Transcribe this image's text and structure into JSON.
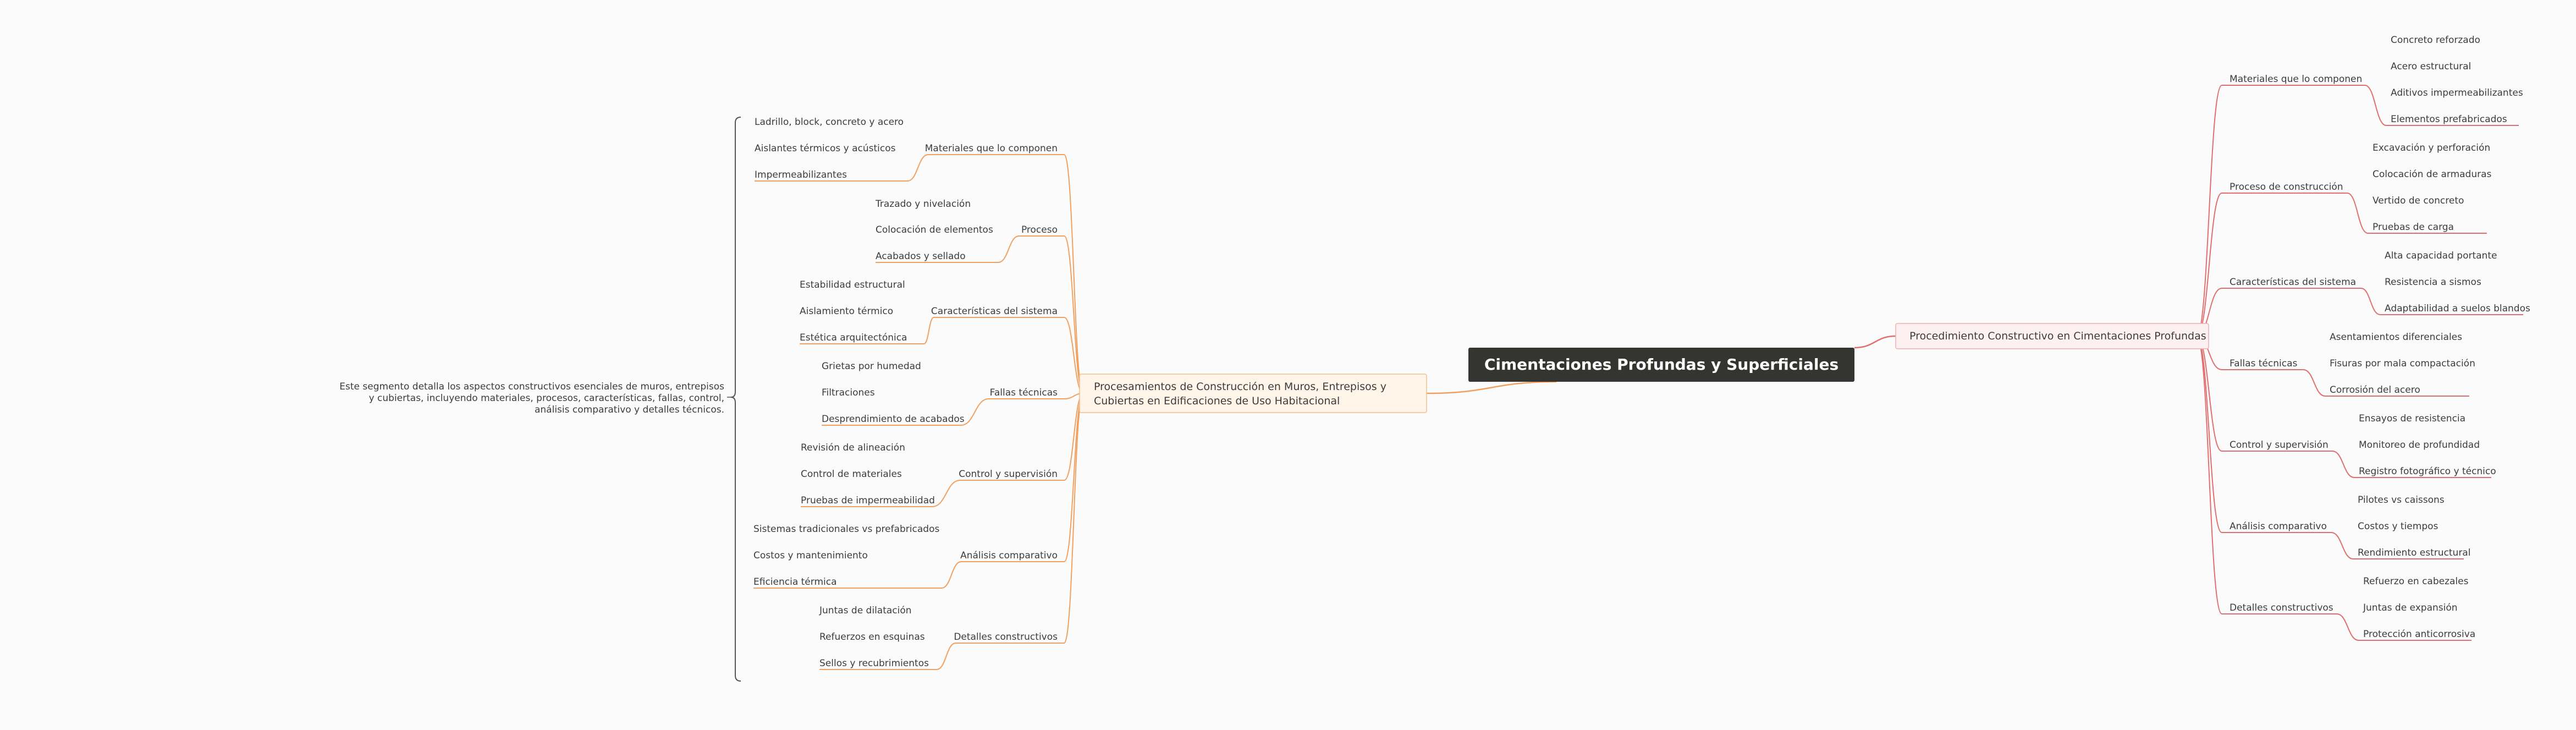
{
  "colors": {
    "background": "#fbfbfb",
    "root_fill": "#343430",
    "left_branch": "#f0a060",
    "right_branch": "#e07070",
    "left_box_fill": "#fff4e8",
    "right_box_fill": "#fdf0f0"
  },
  "root": {
    "label": "Cimentaciones Profundas y Superficiales"
  },
  "left": {
    "title_lines": [
      "Procesamientos de Construcción en Muros, Entrepisos y",
      "Cubiertas en Edificaciones de Uso Habitacional"
    ],
    "note_lines": [
      "Este segmento detalla los aspectos constructivos esenciales de muros, entrepisos",
      "y cubiertas, incluyendo materiales, procesos, características, fallas, control,",
      "análisis comparativo y detalles técnicos."
    ],
    "groups": [
      {
        "label": "Materiales que lo componen",
        "items": [
          "Ladrillo, block, concreto y acero",
          "Aislantes térmicos y acústicos",
          "Impermeabilizantes"
        ]
      },
      {
        "label": "Proceso",
        "items": [
          "Trazado y nivelación",
          "Colocación de elementos",
          "Acabados y sellado"
        ]
      },
      {
        "label": "Características del sistema",
        "items": [
          "Estabilidad estructural",
          "Aislamiento térmico",
          "Estética arquitectónica"
        ]
      },
      {
        "label": "Fallas técnicas",
        "items": [
          "Grietas por humedad",
          "Filtraciones",
          "Desprendimiento de acabados"
        ]
      },
      {
        "label": "Control y supervisión",
        "items": [
          "Revisión de alineación",
          "Control de materiales",
          "Pruebas de impermeabilidad"
        ]
      },
      {
        "label": "Análisis comparativo",
        "items": [
          "Sistemas tradicionales vs prefabricados",
          "Costos y mantenimiento",
          "Eficiencia térmica"
        ]
      },
      {
        "label": "Detalles constructivos",
        "items": [
          "Juntas de dilatación",
          "Refuerzos en esquinas",
          "Sellos y recubrimientos"
        ]
      }
    ]
  },
  "right": {
    "title": "Procedimiento Constructivo en Cimentaciones Profundas",
    "groups": [
      {
        "label": "Materiales que lo componen",
        "items": [
          "Concreto reforzado",
          "Acero estructural",
          "Aditivos impermeabilizantes",
          "Elementos prefabricados"
        ]
      },
      {
        "label": "Proceso de construcción",
        "items": [
          "Excavación y perforación",
          "Colocación de armaduras",
          "Vertido de concreto",
          "Pruebas de carga"
        ]
      },
      {
        "label": "Características del sistema",
        "items": [
          "Alta capacidad portante",
          "Resistencia a sismos",
          "Adaptabilidad a suelos blandos"
        ]
      },
      {
        "label": "Fallas técnicas",
        "items": [
          "Asentamientos diferenciales",
          "Fisuras por mala compactación",
          "Corrosión del acero"
        ]
      },
      {
        "label": "Control y supervisión",
        "items": [
          "Ensayos de resistencia",
          "Monitoreo de profundidad",
          "Registro fotográfico y técnico"
        ]
      },
      {
        "label": "Análisis comparativo",
        "items": [
          "Pilotes vs caissons",
          "Costos y tiempos",
          "Rendimiento estructural"
        ]
      },
      {
        "label": "Detalles constructivos",
        "items": [
          "Refuerzo en cabezales",
          "Juntas de expansión",
          "Protección anticorrosiva"
        ]
      }
    ]
  }
}
